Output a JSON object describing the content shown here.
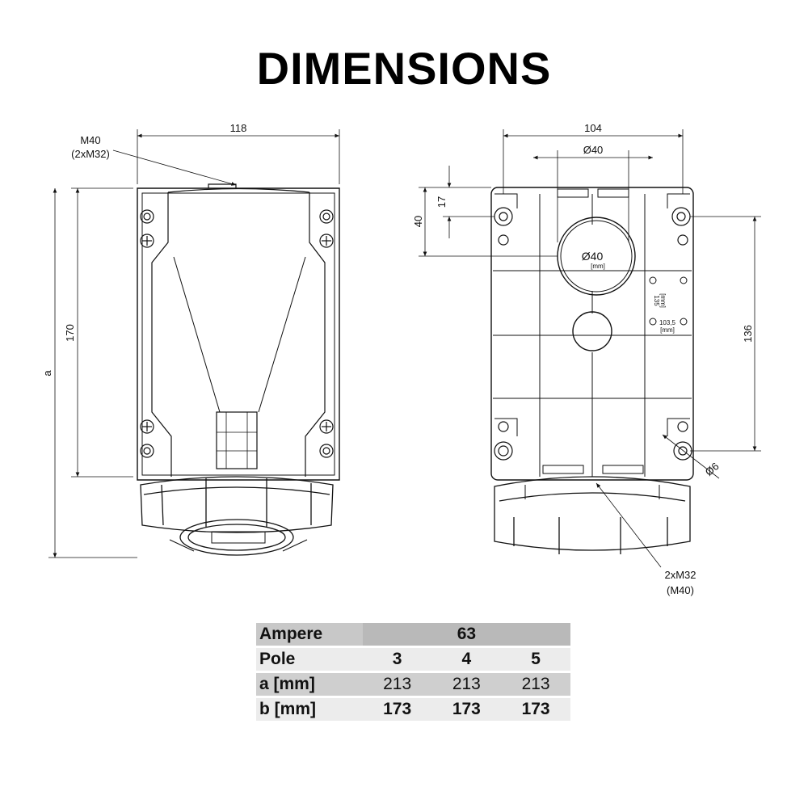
{
  "title": "DIMENSIONS",
  "front_view": {
    "width_label": "118",
    "height_label": "170",
    "overall_label": "a",
    "entry_label_top": "M40",
    "entry_label_bottom": "(2xM32)"
  },
  "rear_view": {
    "width_label": "104",
    "hole_pitch_label": "Ø40",
    "offset_40_label": "40",
    "offset_17_label": "17",
    "vertical_pitch_label": "136",
    "center_hole_label": "Ø40",
    "center_hole_unit": "[mm]",
    "side_label_135": "135",
    "side_label_1035": "103,5",
    "side_unit": "[mm]",
    "fixing_hole_label": "Ø6",
    "entry_label_top": "2xM32",
    "entry_label_bottom": "(M40)"
  },
  "table": {
    "ampere_label": "Ampere",
    "ampere_value": "63",
    "pole_label": "Pole",
    "poles": [
      "3",
      "4",
      "5"
    ],
    "a_label": "a [mm]",
    "a_values": [
      "213",
      "213",
      "213"
    ],
    "b_label": "b [mm]",
    "b_values": [
      "173",
      "173",
      "173"
    ]
  }
}
